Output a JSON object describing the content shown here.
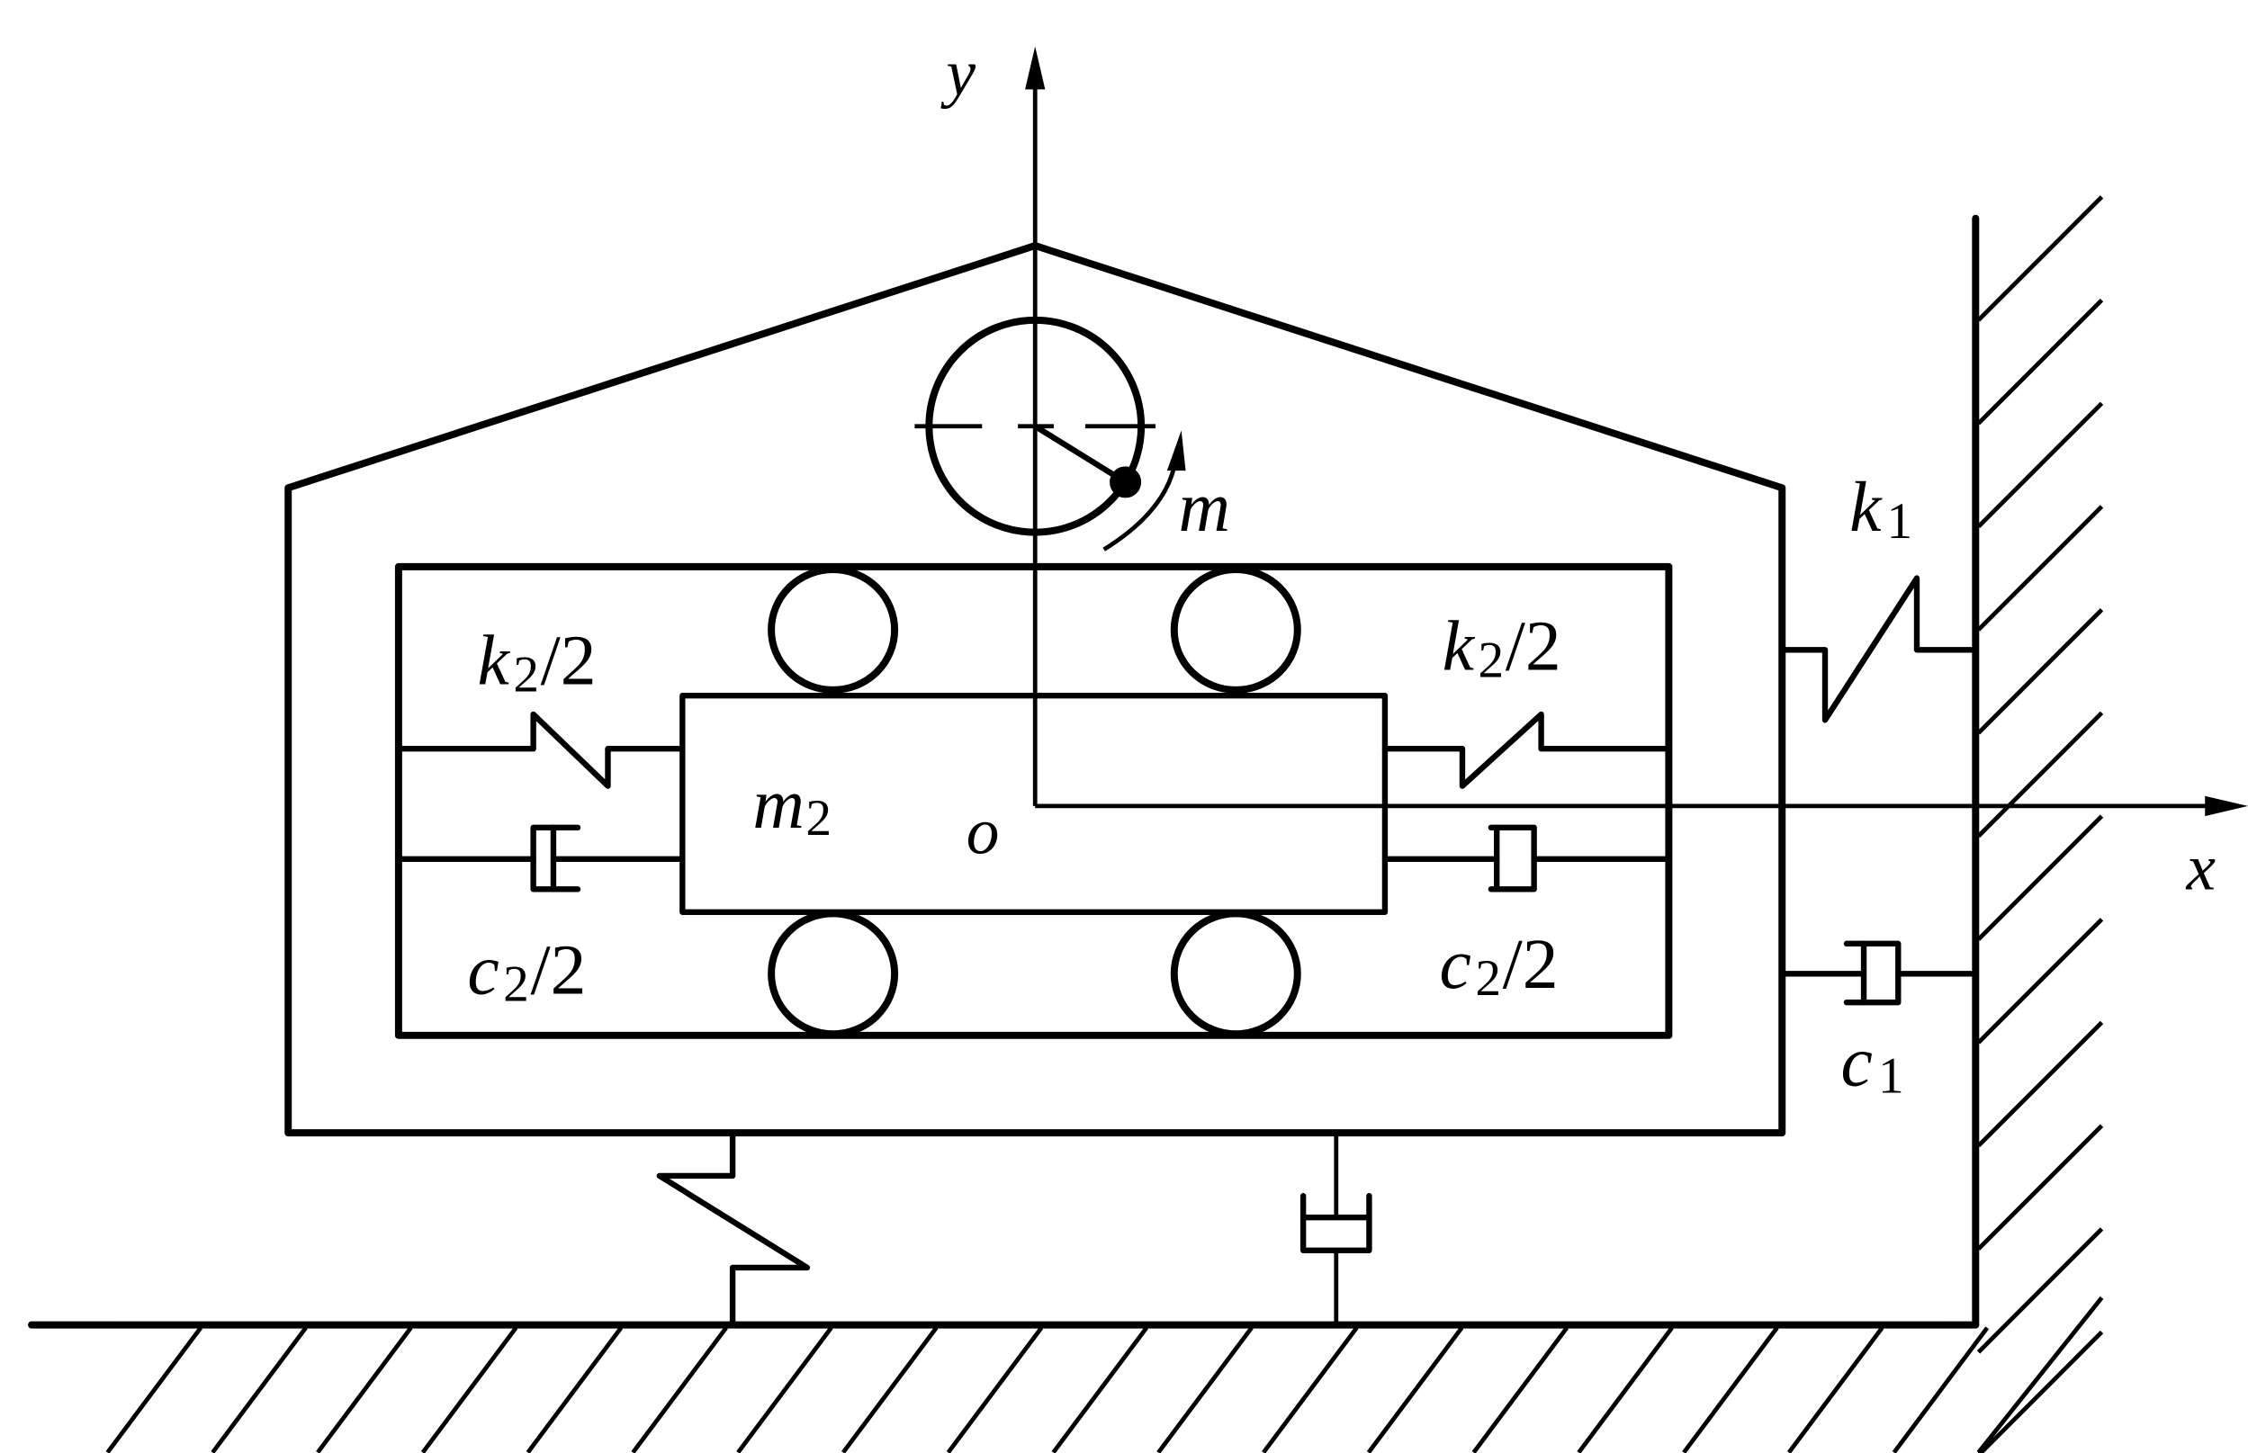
{
  "diagram": {
    "title": "Vibration model: housing with rotating eccentric mass, inner mass m2 on rollers, springs and dampers to wall and ground",
    "axes": {
      "x_label": "x",
      "y_label": "y",
      "origin_label": "o"
    },
    "labels": {
      "eccentric_mass": {
        "main": "m",
        "sub": ""
      },
      "inner_mass": {
        "main": "m",
        "sub": "2"
      },
      "k1": {
        "main": "k",
        "sub": "1"
      },
      "c1": {
        "main": "c",
        "sub": "1"
      },
      "k2_left": {
        "main": "k",
        "sub": "2",
        "suffix": "/2"
      },
      "k2_right": {
        "main": "k",
        "sub": "2",
        "suffix": "/2"
      },
      "c2_left": {
        "main": "c",
        "sub": "2",
        "suffix": "/2"
      },
      "c2_right": {
        "main": "c",
        "sub": "2",
        "suffix": "/2"
      }
    },
    "components": [
      "housing",
      "rotor-disc-with-eccentric-mass",
      "inner-frame",
      "inner-mass-block",
      "roller-top-left",
      "roller-top-right",
      "roller-bottom-left",
      "roller-bottom-right",
      "spring-k2-left",
      "damper-c2-left",
      "spring-k2-right",
      "damper-c2-right",
      "spring-k1-wall",
      "damper-c1-wall",
      "spring-ground",
      "damper-ground",
      "ground",
      "wall"
    ]
  }
}
